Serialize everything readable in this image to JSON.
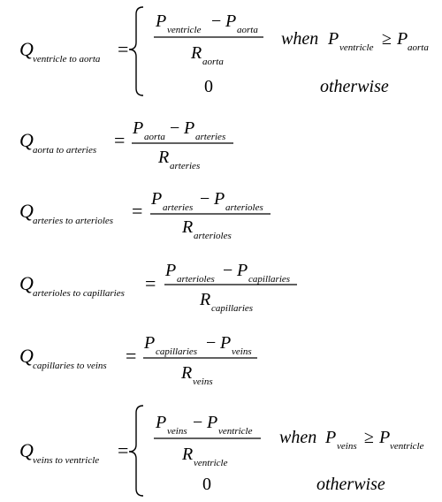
{
  "equations": [
    {
      "lhs": {
        "base": "Q",
        "sub": "ventricle to aorta"
      },
      "type": "piecewise",
      "rel": "=",
      "fraction": {
        "num": {
          "p1": "P",
          "p1sub": "ventricle",
          "minus": "−",
          "p2": "P",
          "p2sub": "aorta"
        },
        "den": {
          "r": "R",
          "rsub": "aorta"
        }
      },
      "condition": {
        "word": "when",
        "p1": "P",
        "p1sub": "ventricle",
        "op": "≥",
        "p2": "P",
        "p2sub": "aorta"
      },
      "zero": "0",
      "otherwise": "otherwise"
    },
    {
      "lhs": {
        "base": "Q",
        "sub": "aorta to arteries"
      },
      "type": "simple",
      "rel": "=",
      "fraction": {
        "num": {
          "p1": "P",
          "p1sub": "aorta",
          "minus": "−",
          "p2": "P",
          "p2sub": "arteries"
        },
        "den": {
          "r": "R",
          "rsub": "arteries"
        }
      }
    },
    {
      "lhs": {
        "base": "Q",
        "sub": "arteries to arterioles"
      },
      "type": "simple",
      "rel": "=",
      "fraction": {
        "num": {
          "p1": "P",
          "p1sub": "arteries",
          "minus": "−",
          "p2": "P",
          "p2sub": "arterioles"
        },
        "den": {
          "r": "R",
          "rsub": "arterioles"
        }
      }
    },
    {
      "lhs": {
        "base": "Q",
        "sub": "arterioles to capillaries"
      },
      "type": "simple",
      "rel": "=",
      "fraction": {
        "num": {
          "p1": "P",
          "p1sub": "arterioles",
          "minus": "−",
          "p2": "P",
          "p2sub": "capillaries"
        },
        "den": {
          "r": "R",
          "rsub": "capillaries"
        }
      }
    },
    {
      "lhs": {
        "base": "Q",
        "sub": "capillaries to veins"
      },
      "type": "simple",
      "rel": "=",
      "fraction": {
        "num": {
          "p1": "P",
          "p1sub": "capillaries",
          "minus": "−",
          "p2": "P",
          "p2sub": "veins"
        },
        "den": {
          "r": "R",
          "rsub": "veins"
        }
      }
    },
    {
      "lhs": {
        "base": "Q",
        "sub": "veins to ventricle"
      },
      "type": "piecewise",
      "rel": "=",
      "fraction": {
        "num": {
          "p1": "P",
          "p1sub": "veins",
          "minus": "−",
          "p2": "P",
          "p2sub": "ventricle"
        },
        "den": {
          "r": "R",
          "rsub": "ventricle"
        }
      },
      "condition": {
        "word": "when",
        "p1": "P",
        "p1sub": "veins",
        "op": "≥",
        "p2": "P",
        "p2sub": "ventricle"
      },
      "zero": "0",
      "otherwise": "otherwise"
    }
  ]
}
